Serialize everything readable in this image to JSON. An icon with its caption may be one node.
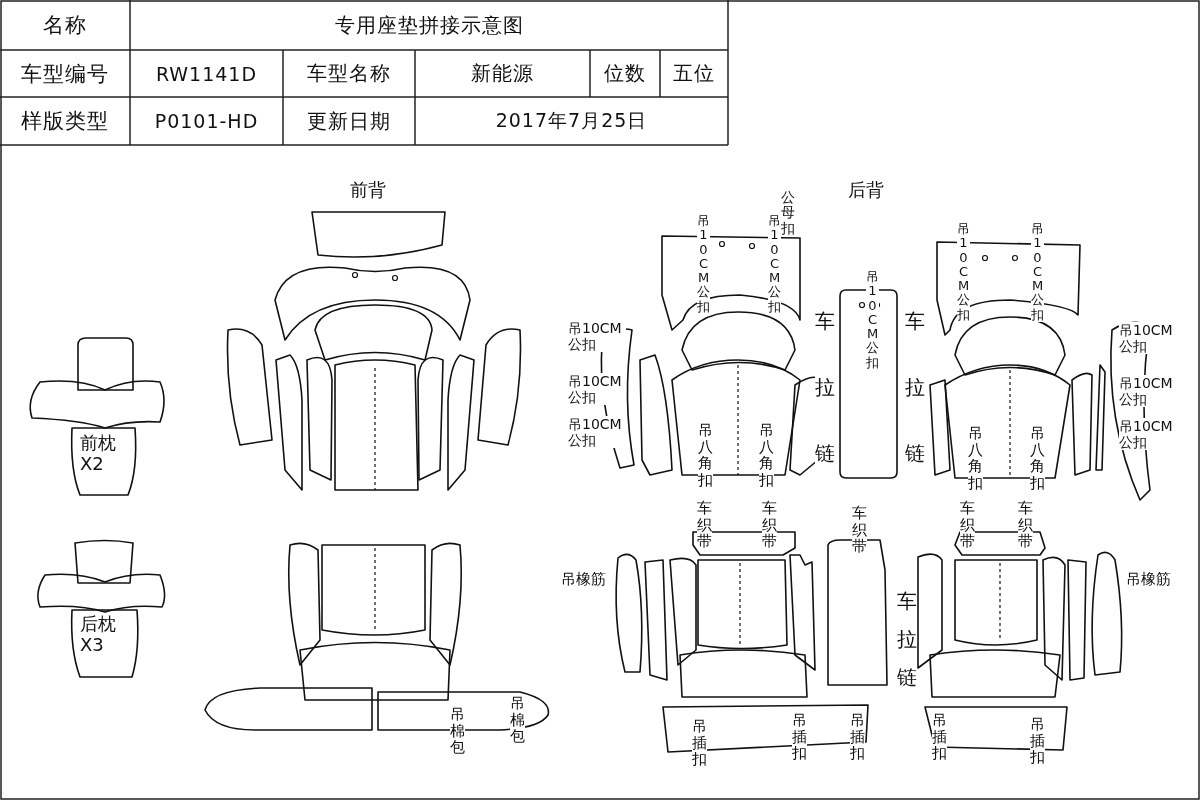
{
  "diagram": {
    "labels": [
      "名称",
      "专用座垫拼接示意图",
      "车型编号",
      "RW1141D",
      "车型名称",
      "新能源",
      "位数",
      "五位",
      "样版类型",
      "P0101-HD",
      "更新日期",
      "2017年7月25日",
      "前背",
      "后背",
      "前枕X2",
      "后枕X3",
      "公母扣",
      "吊10CM公扣",
      "吊10CM公扣",
      "吊10CM公扣",
      "吊10CM公扣",
      "吊10CM公扣",
      "车拉链",
      "车拉链",
      "吊10CM公扣",
      "吊10CM公扣",
      "吊10CM公扣",
      "吊10CM公扣",
      "吊10CM公扣",
      "吊10CM公扣",
      "吊八角扣",
      "吊八角扣",
      "吊八角扣",
      "吊八角扣",
      "车织带",
      "车织带",
      "车织带",
      "车织带",
      "车织带",
      "吊橡筋",
      "吊橡筋",
      "车拉链",
      "吊棉包",
      "吊棉包",
      "吊插扣",
      "吊插扣",
      "吊插扣",
      "吊插扣",
      "吊插扣"
    ]
  }
}
